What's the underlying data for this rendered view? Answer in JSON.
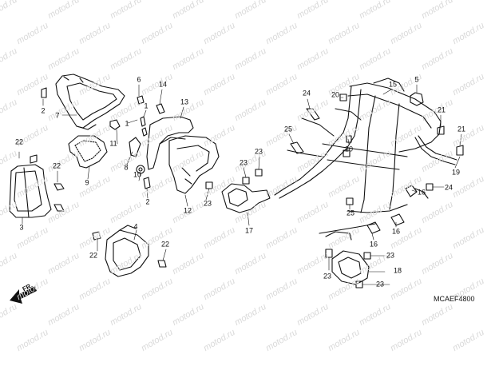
{
  "watermark": "motod.ru",
  "diagram_code": "MCAEF4800",
  "direction_label": "FR.",
  "callouts": {
    "c2a": "2",
    "c7": "7",
    "c6": "6",
    "c14": "14",
    "c13": "13",
    "c1a": "1",
    "c1b": "1",
    "c11": "11",
    "c8": "8",
    "c10": "10",
    "c2b": "2",
    "c9": "9",
    "c12": "12",
    "c22a": "22",
    "c22b": "22",
    "c3": "3",
    "c22c": "22",
    "c22d": "22",
    "c4": "4",
    "c23a": "23",
    "c23b": "23",
    "c23c": "23",
    "c17": "17",
    "c24a": "24",
    "c20a": "20",
    "c15": "15",
    "c5": "5",
    "c21a": "21",
    "c21b": "21",
    "c25a": "25",
    "c20b": "20",
    "c19": "19",
    "c16a": "16",
    "c24b": "24",
    "c25b": "25",
    "c16b": "16",
    "c16c": "16",
    "c23d": "23",
    "c23e": "23",
    "c23f": "23",
    "c18": "18"
  }
}
